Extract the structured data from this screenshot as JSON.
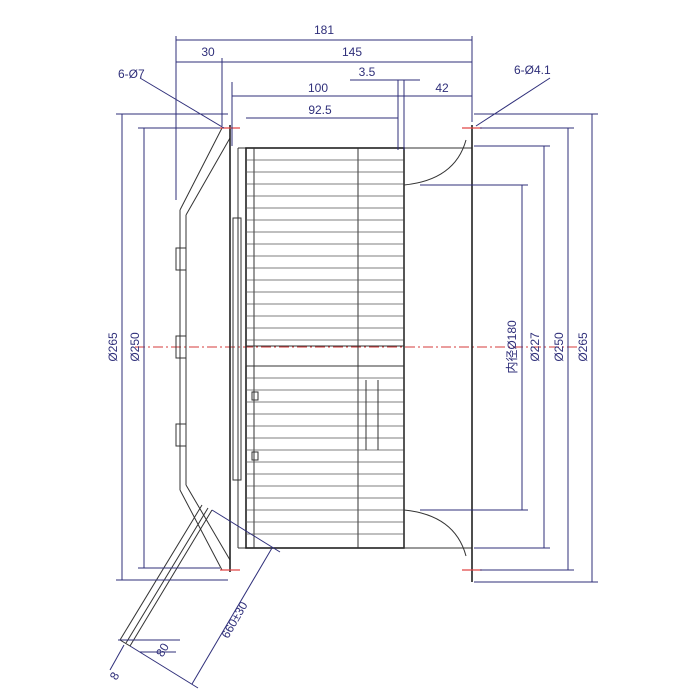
{
  "dimensions": {
    "overall_length": "181",
    "wheel_length": "145",
    "flange_offset": "30",
    "hub_length": "100",
    "blade_length": "92.5",
    "gap": "3.5",
    "inlet_length": "42",
    "left_holes": "6-Ø7",
    "right_holes": "6-Ø4.1",
    "left_outer_dia": "Ø265",
    "left_bolt_circle": "Ø250",
    "inner_dia": "内径Ø180",
    "inlet_dia": "Ø227",
    "right_bolt_circle": "Ø250",
    "right_outer_dia": "Ø265",
    "cable_length": "660±30",
    "cable_width": "80",
    "cable_end": "8"
  },
  "colors": {
    "dimension": "#2f2f7a",
    "centerline": "#d43b3b",
    "outline": "#333333"
  }
}
